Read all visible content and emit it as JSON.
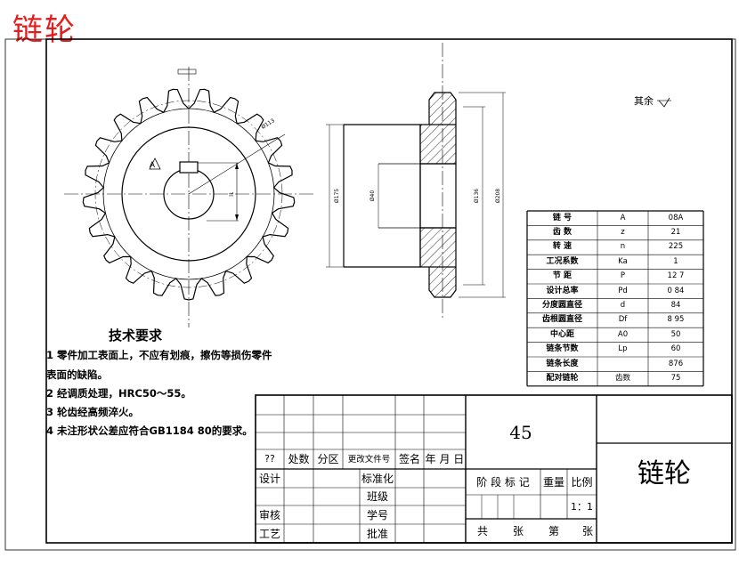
{
  "title": "链轮",
  "drawing": {
    "section_label": "A",
    "dim_od": "Ø113",
    "dim_key": "l1",
    "side_dims": [
      "Ø175",
      "Ø40",
      "Ø136",
      "Ø208"
    ]
  },
  "tech": {
    "title": "技术要求",
    "items": [
      "1  零件加工表面上，不应有划痕，擦伤等损伤零件",
      "表面的缺陷。",
      "2  经调质处理，HRC50～55。",
      "3  轮齿经高频淬火。",
      "4  未注形状公差应符合GB1184  80的要求。"
    ]
  },
  "surface_note": "其余",
  "params": {
    "rows": [
      [
        "链 号",
        "A",
        "08A"
      ],
      [
        "齿 数",
        "z",
        "21"
      ],
      [
        "转 速",
        "n",
        "225"
      ],
      [
        "工况系数",
        "Ka",
        "1"
      ],
      [
        "节 距",
        "P",
        "12  7"
      ],
      [
        "设计总率",
        "Pd",
        "0  84"
      ],
      [
        "分度圆直径",
        "d",
        "84"
      ],
      [
        "齿根圆直径",
        "Df",
        "8  95"
      ],
      [
        "中心距",
        "A0",
        "50"
      ],
      [
        "链条节数",
        "Lp",
        "60"
      ],
      [
        "链条长度",
        "",
        "876"
      ],
      [
        "配对链轮",
        "齿数",
        "75"
      ]
    ]
  },
  "titleblock": {
    "material": "45",
    "part_name": "链轮",
    "rev_headers": [
      "??",
      "处数",
      "分区",
      "更改文件号",
      "签名",
      "年 月 日"
    ],
    "left_labels": [
      "设计",
      "审核",
      "工艺"
    ],
    "mid_labels": [
      "标准化",
      "班级",
      "学号",
      "批准"
    ],
    "stage_headers": [
      "阶 段 标 记",
      "重量",
      "比例"
    ],
    "scale": "1：1",
    "sheet": [
      "共",
      "张",
      "第",
      "张"
    ]
  },
  "colors": {
    "title_red": "#e02020"
  }
}
